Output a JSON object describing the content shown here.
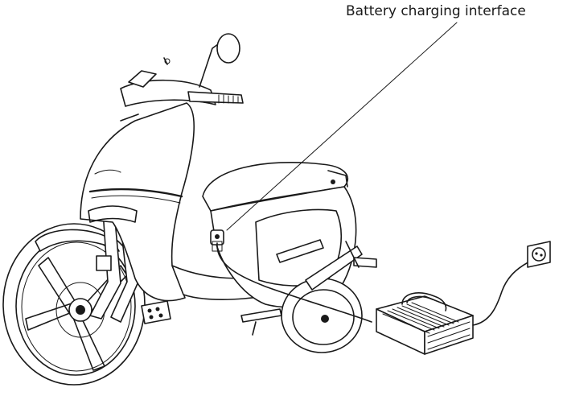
{
  "callout": {
    "label": "Battery charging interface"
  },
  "illustration": {
    "subject": "electric scooter connected to a battery charger and wall socket",
    "icons": [
      "scooter-illustration",
      "charger-icon",
      "wall-socket-icon",
      "charging-plug-icon"
    ]
  }
}
